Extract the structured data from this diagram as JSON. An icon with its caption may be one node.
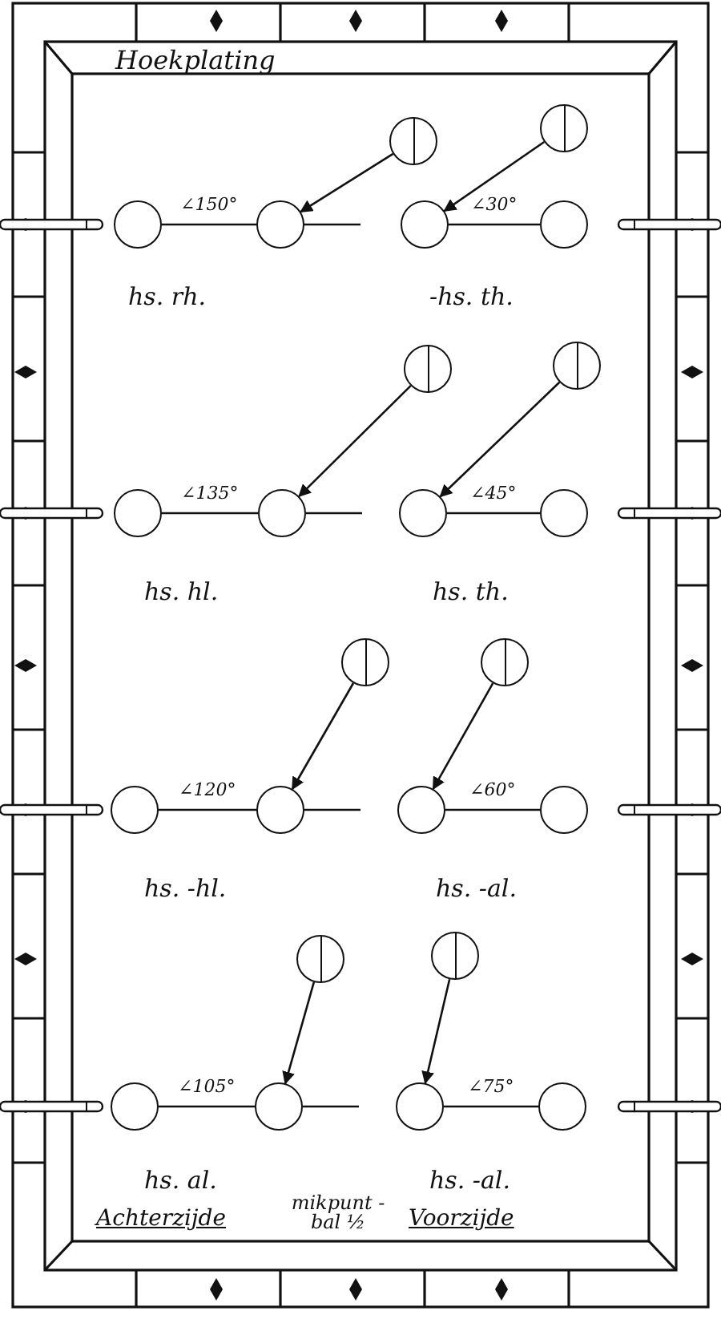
{
  "diagram": {
    "title": "Hoekplating",
    "nodes": [
      {
        "text": [],
        "shape": "circle"
      },
      {
        "text": [],
        "shape": "circle"
      },
      {
        "text": [],
        "shape": "circle"
      },
      {
        "text": [],
        "shape": "circle"
      },
      {
        "text": [],
        "shape": "circle"
      },
      {
        "text": [],
        "shape": "circle"
      },
      {
        "text": [],
        "shape": "circle"
      },
      {
        "text": [],
        "shape": "circle"
      },
      {
        "text": [],
        "shape": "circle"
      },
      {
        "text": [],
        "shape": "circle"
      },
      {
        "text": [],
        "shape": "circle"
      },
      {
        "text": [],
        "shape": "circle"
      },
      {
        "text": [],
        "shape": "circle"
      },
      {
        "text": [],
        "shape": "circle"
      },
      {
        "text": [],
        "shape": "circle"
      },
      {
        "text": [],
        "shape": "circle"
      },
      {
        "text": [],
        "shape": "circle"
      },
      {
        "text": [],
        "shape": "circle"
      },
      {
        "text": [],
        "shape": "circle"
      },
      {
        "text": [],
        "shape": "circle"
      },
      {
        "text": [],
        "shape": "circle"
      },
      {
        "text": [],
        "shape": "circle"
      },
      {
        "text": [],
        "shape": "circle"
      },
      {
        "text": [],
        "shape": "circle"
      }
    ],
    "edges": [
      {
        "from": 2,
        "to": 3,
        "arrow": "none",
        "label": "∠150°"
      },
      {
        "from": 0,
        "to": 3,
        "arrow": "to"
      },
      {
        "from": 3,
        "to": null,
        "arrow": "none"
      },
      {
        "from": 5,
        "to": 4,
        "arrow": "none",
        "label": "∠30°"
      },
      {
        "from": 1,
        "to": 4,
        "arrow": "to"
      },
      {
        "from": 8,
        "to": 9,
        "arrow": "none",
        "label": "∠135°"
      },
      {
        "from": 6,
        "to": 9,
        "arrow": "to"
      },
      {
        "from": 9,
        "to": null,
        "arrow": "none"
      },
      {
        "from": 11,
        "to": 10,
        "arrow": "none",
        "label": "∠45°"
      },
      {
        "from": 7,
        "to": 10,
        "arrow": "to"
      },
      {
        "from": 14,
        "to": 15,
        "arrow": "none",
        "label": "∠120°"
      },
      {
        "from": 12,
        "to": 15,
        "arrow": "to"
      },
      {
        "from": 15,
        "to": null,
        "arrow": "none"
      },
      {
        "from": 17,
        "to": 16,
        "arrow": "none",
        "label": "∠60°"
      },
      {
        "from": 13,
        "to": 16,
        "arrow": "to"
      },
      {
        "from": 20,
        "to": 21,
        "arrow": "none",
        "label": "∠105°"
      },
      {
        "from": 18,
        "to": 21,
        "arrow": "to"
      },
      {
        "from": 21,
        "to": null,
        "arrow": "none"
      },
      {
        "from": 23,
        "to": 22,
        "arrow": "none",
        "label": "∠75°"
      },
      {
        "from": 19,
        "to": 22,
        "arrow": "to"
      }
    ],
    "labels": [
      "hs. rh.",
      "-hs. th.",
      "hs. hl.",
      "hs. th.",
      "hs. -hl.",
      "hs. -al.",
      "hs. al.",
      "hs. -al.",
      "Achterzijde",
      "mikpunt -bal ½",
      "Voorzijde"
    ]
  }
}
